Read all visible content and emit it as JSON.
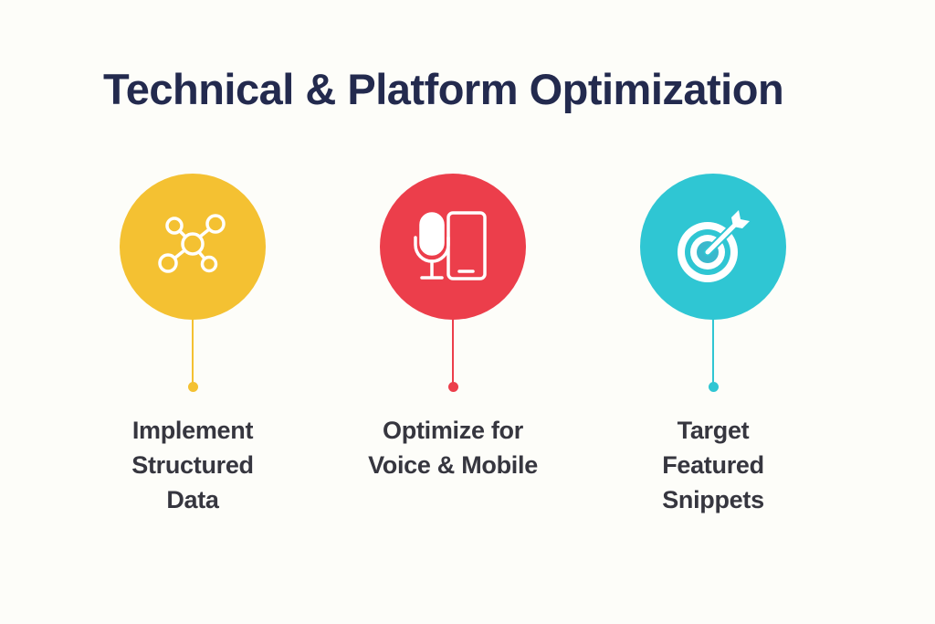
{
  "title": "Technical & Platform Optimization",
  "items": [
    {
      "label": "Implement\nStructured\nData",
      "icon": "network-nodes-icon",
      "color": "#f4c132"
    },
    {
      "label": "Optimize for\nVoice & Mobile",
      "icon": "microphone-smartphone-icon",
      "color": "#ec3e4b"
    },
    {
      "label": "Target\nFeatured\nSnippets",
      "icon": "target-arrow-icon",
      "color": "#2fc6d3"
    }
  ]
}
